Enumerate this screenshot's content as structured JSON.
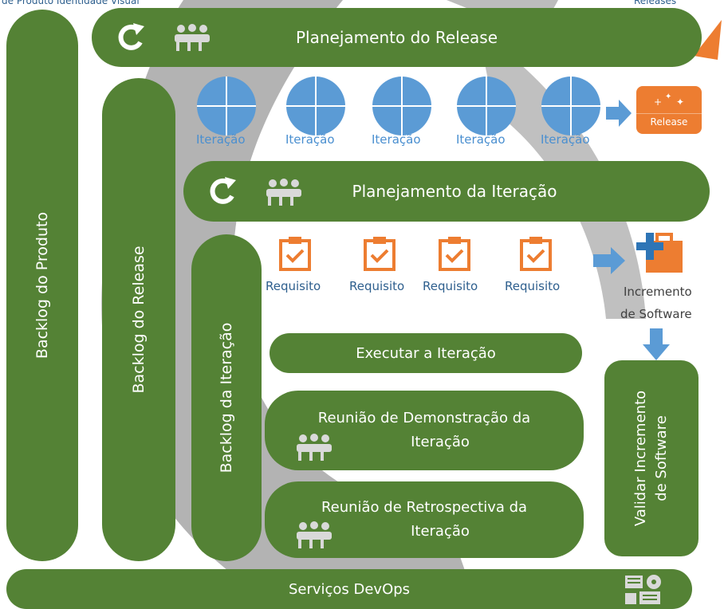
{
  "top_fragments": {
    "left": "de Produto   Identidade Visual",
    "right": "Releases"
  },
  "columns": {
    "product_backlog": "Backlog do Produto",
    "release_backlog": "Backlog do Release",
    "iteration_backlog": "Backlog da Iteração"
  },
  "release_planning": {
    "label": "Planejamento do Release"
  },
  "iterations": {
    "label": "Iteração",
    "count": 5
  },
  "release_badge": {
    "label": "Release"
  },
  "iteration_planning": {
    "label": "Planejamento da Iteração"
  },
  "requirements": {
    "label": "Requisito",
    "count": 4
  },
  "software_increment": {
    "line1": "Incremento",
    "line2": "de Software"
  },
  "execute": {
    "label": "Executar a Iteração"
  },
  "demo_meeting": {
    "line1": "Reunião de Demonstração da",
    "line2": "Iteração"
  },
  "retro_meeting": {
    "line1": "Reunião de Retrospectiva da",
    "line2": "Iteração"
  },
  "validate": {
    "line1": "Validar Incremento",
    "line2": "de Software"
  },
  "devops": {
    "label": "Serviços DevOps"
  },
  "colors": {
    "green": "#548235",
    "blue_circle": "#5b9bd5",
    "orange": "#ed7d31",
    "caption_blue": "#4a8fd0"
  }
}
